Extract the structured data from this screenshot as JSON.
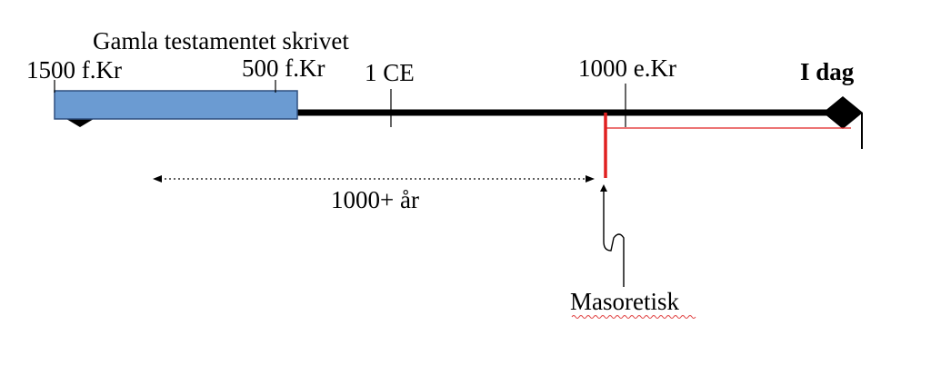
{
  "diagram": {
    "title": "Gamla testamentet skrivet",
    "ticks": {
      "bc1500": "1500 f.Kr",
      "bc500": "500 f.Kr",
      "ce1": "1 CE",
      "ad1000": "1000 e.Kr",
      "today": "I dag"
    },
    "gap_label": "1000+ år",
    "masoretic_label": "Masoretisk",
    "colors": {
      "timeline": "#000000",
      "bar_fill": "#6b9bd2",
      "bar_stroke": "#2f4f7f",
      "masoretic_line": "#e02020",
      "squiggle_underline": "#e04040"
    }
  }
}
